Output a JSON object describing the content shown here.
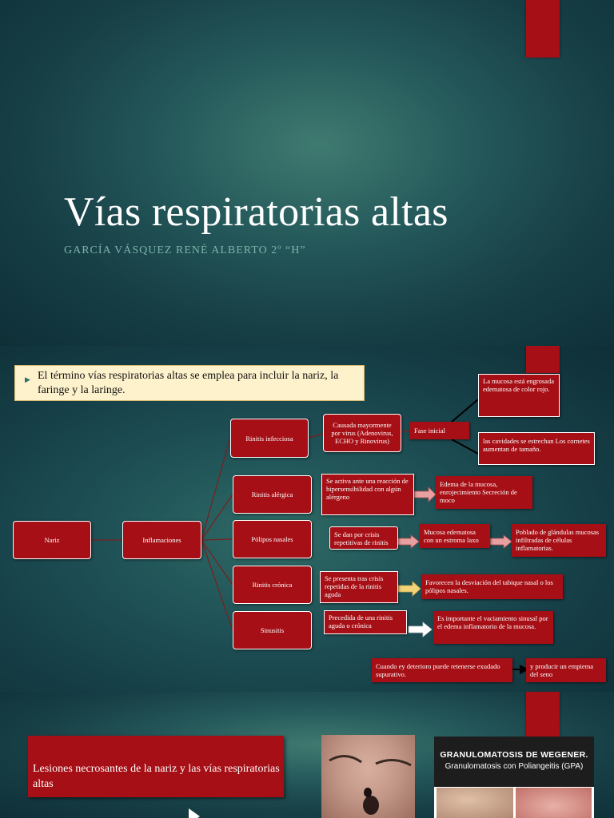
{
  "colors": {
    "accent": "#a50f15",
    "background": "#1f5257",
    "subtitle": "#7bb3a9",
    "callout": "#fdf2cc"
  },
  "slide1": {
    "title": "Vías respiratorias altas",
    "subtitle": "GARCÍA VÁSQUEZ RENÉ ALBERTO 2º “H”"
  },
  "slide2": {
    "intro": "El término vías respiratorias altas se emplea para incluir la nariz, la faringe y la laringe.",
    "nodes": {
      "nariz": "Nariz",
      "inflamaciones": "Inflamaciones",
      "rinitis_infecciosa": "Rinitis infecciosa",
      "rinitis_alergica": "Rinitis alérgica",
      "polipos_nasales": "Pólipos nasales",
      "rinitis_cronica": "Rinitis crónica",
      "sinusitis": "Sinusitis"
    },
    "details": {
      "causada": "Causada mayormente por virus (Adenovirus, ECHO y Rinovirus)",
      "fase_inicial": "Fase inicial",
      "mucosa_roja": "La mucosa está engrosada edematosa de color rojo.",
      "cavidades": "las cavidades se estrechan Los cornetes aumentan de tamaño.",
      "se_activa": "Se activa ante una reacción de hipersensibilidad con algún alérgeno",
      "edema": "Edema de la mucosa, enrojecimiento Secreción de moco",
      "crisis_repetitivas": "Se dan por crisis repetitivas de rinitis",
      "mucosa_estroma": "Mucosa edematosa con un estroma laxo",
      "poblado": "Poblado de glándulas mucosas infiltradas de células inflamatorias.",
      "tras_crisis": "Se presenta tras crisis repetidas de la rinitis aguda",
      "favorecen": "Favorecen la desviación del tabique nasal o los pólipos nasales.",
      "precedida": "Precedida de una rinitis aguda o crónica",
      "vaciamiento": "Es importante el vaciamiento sinusal por el edema inflamatorio de la mucosa.",
      "deterioro": "Cuando ey deterioro puede retenerse exudado supurativo.",
      "empiema": "y producir un empiema del seno"
    }
  },
  "slide3": {
    "lesiones": "Lesiones necrosantes de la nariz y las vías respiratorias altas",
    "wegener_title": "GRANULOMATOSIS DE WEGENER.",
    "wegener_subtitle": "Granulomatosis con Poliangeitis (GPA)"
  }
}
